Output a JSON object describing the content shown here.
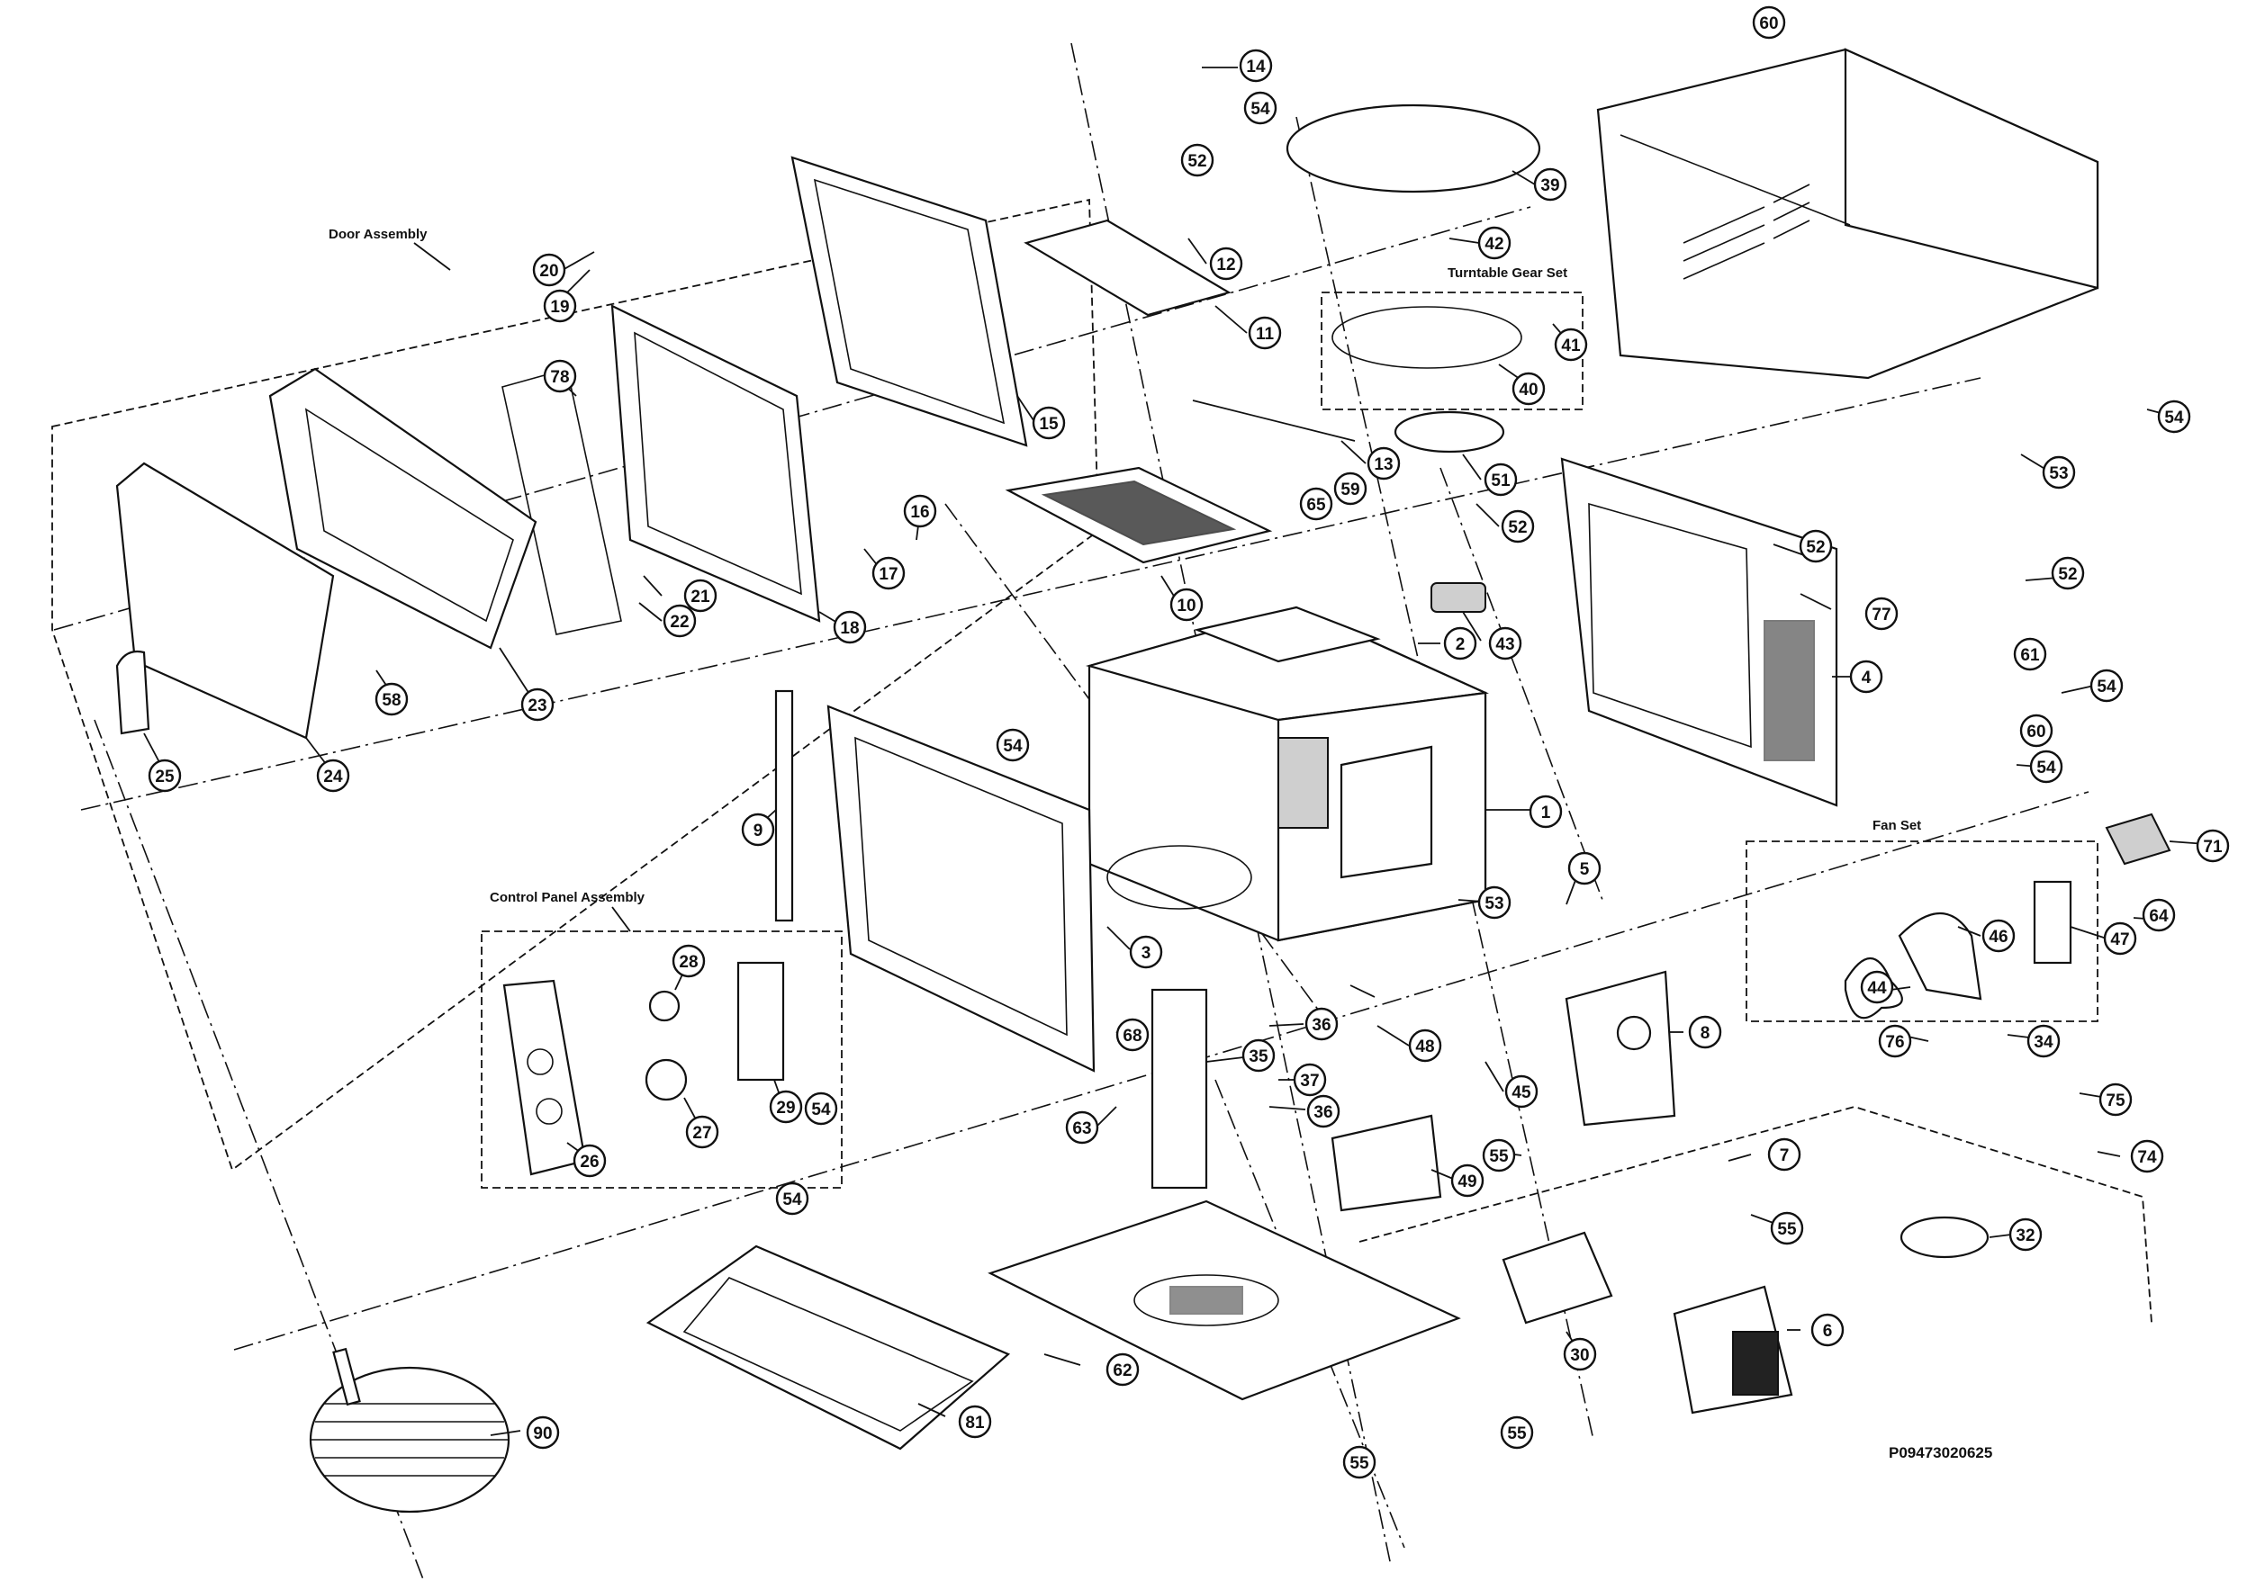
{
  "assembly_labels": {
    "door": "Door Assembly",
    "turntable": "Turntable Gear Set",
    "fan": "Fan Set",
    "control_panel": "Control Panel Assembly"
  },
  "drawing_code": "P09473020625",
  "callouts": [
    "1",
    "2",
    "3",
    "4",
    "5",
    "6",
    "7",
    "8",
    "9",
    "10",
    "11",
    "12",
    "13",
    "14",
    "15",
    "16",
    "17",
    "18",
    "19",
    "20",
    "21",
    "22",
    "23",
    "24",
    "25",
    "26",
    "27",
    "28",
    "29",
    "30",
    "32",
    "34",
    "35",
    "36",
    "37",
    "39",
    "40",
    "41",
    "42",
    "43",
    "44",
    "45",
    "46",
    "47",
    "48",
    "49",
    "51",
    "52",
    "53",
    "54",
    "55",
    "58",
    "59",
    "60",
    "61",
    "62",
    "63",
    "64",
    "65",
    "68",
    "71",
    "74",
    "75",
    "76",
    "77",
    "78",
    "81",
    "90"
  ]
}
